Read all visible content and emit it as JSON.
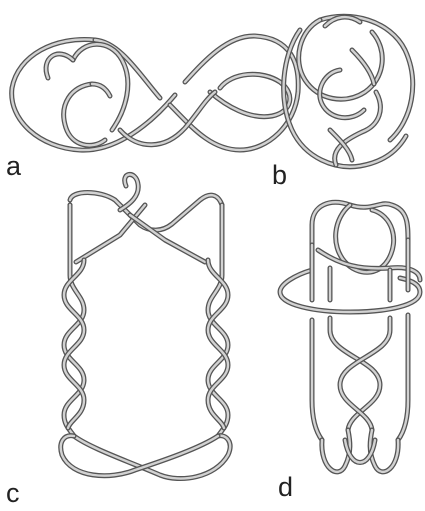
{
  "figure": {
    "panels": [
      {
        "label": "a"
      },
      {
        "label": "b"
      },
      {
        "label": "c"
      },
      {
        "label": "d"
      }
    ],
    "colors": {
      "strand_outline": "#555555",
      "strand_fill": "#d2d2d2",
      "label": "#222222",
      "background": "#ffffff"
    }
  }
}
